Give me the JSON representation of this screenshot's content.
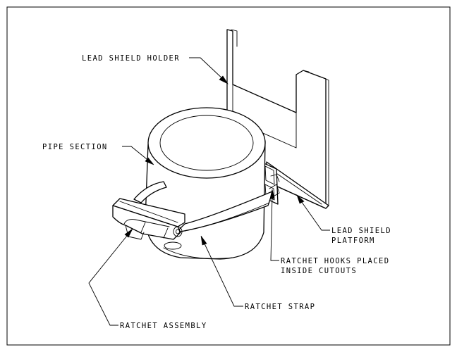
{
  "labels": {
    "lead_shield_holder": "LEAD SHIELD HOLDER",
    "pipe_section": "PIPE SECTION",
    "lead_shield_platform_line1": "LEAD SHIELD",
    "lead_shield_platform_line2": "PLATFORM",
    "ratchet_hooks_line1": "RATCHET HOOKS PLACED",
    "ratchet_hooks_line2": "INSIDE CUTOUTS",
    "ratchet_strap": "RATCHET STRAP",
    "ratchet_assembly": "RATCHET ASSEMBLY"
  },
  "colors": {
    "line": "#000000",
    "background": "#ffffff"
  }
}
